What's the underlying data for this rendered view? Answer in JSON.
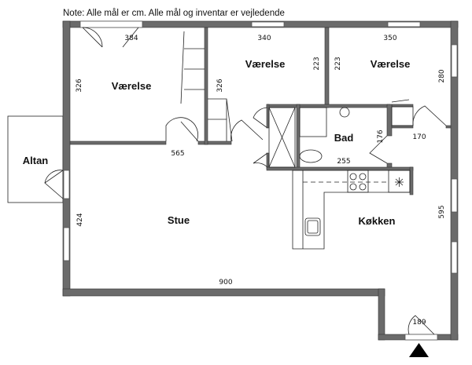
{
  "note": "Note: Alle mål er cm. Alle mål og inventar er vejledende",
  "rooms": {
    "bedroom1": "Værelse",
    "bedroom2": "Værelse",
    "bedroom3": "Værelse",
    "bath": "Bad",
    "balcony": "Altan",
    "living": "Stue",
    "kitchen": "Køkken"
  },
  "dimensions": {
    "bedroom1_width": "384",
    "bedroom1_depth": "326",
    "bedroom2_width": "340",
    "bedroom2_depth_left": "326",
    "bedroom2_depth_right": "223",
    "bedroom3_depth_left": "223",
    "bedroom3_width": "350",
    "bedroom3_depth_right": "280",
    "hall_width": "565",
    "bath_width": "255",
    "bath_depth": "176",
    "entry_width": "170",
    "living_depth": "424",
    "kitchen_depth": "595",
    "total_width": "900",
    "entrance_width": "189"
  },
  "colors": {
    "wall": "#6b6b6b",
    "line": "#222222"
  }
}
